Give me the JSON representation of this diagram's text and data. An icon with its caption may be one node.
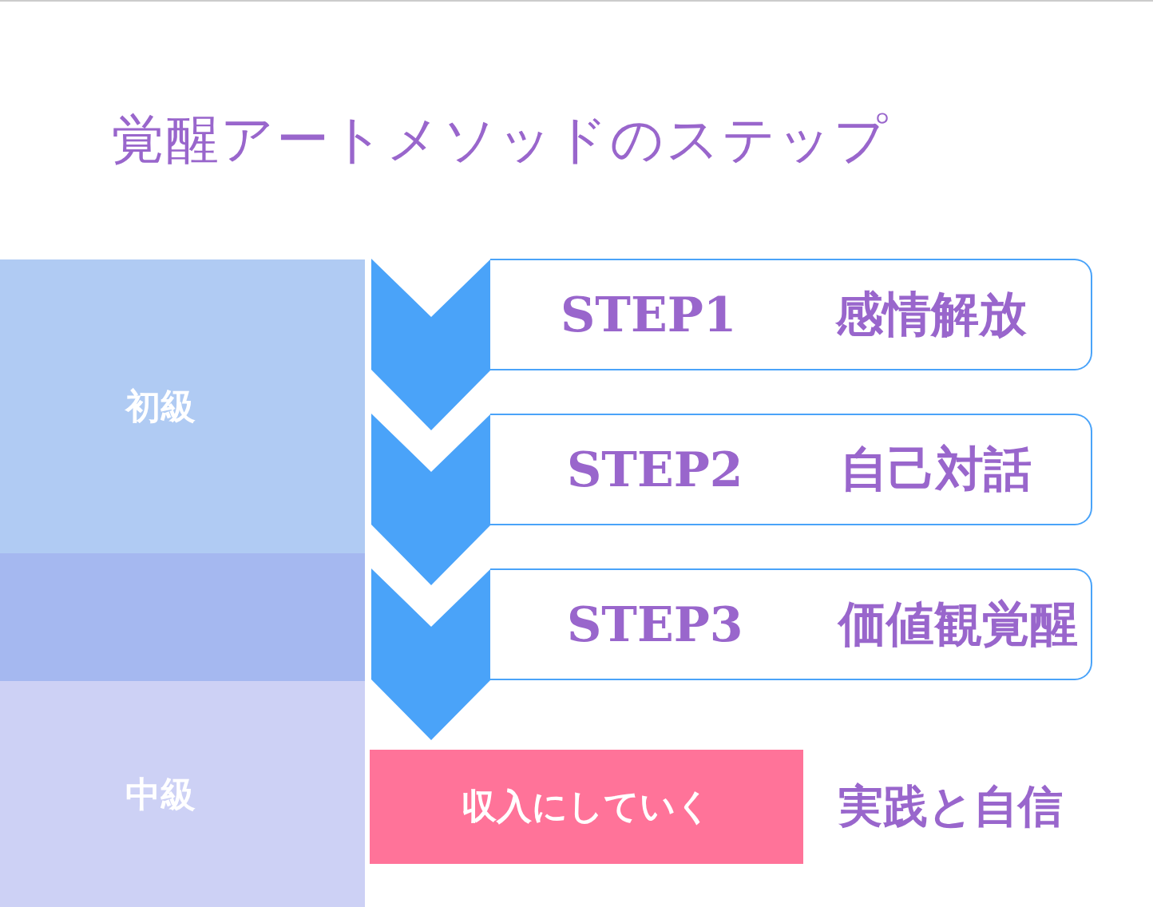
{
  "diagram": {
    "title": "覚醒アートメソッドのステップ",
    "nodes": [
      {
        "text": [
          "初級"
        ]
      },
      {
        "text": [],
        "shape": "box"
      },
      {
        "text": [
          "中級"
        ]
      },
      {
        "text": [
          "STEP1",
          "感情解放"
        ]
      },
      {
        "text": [
          "STEP2",
          "自己対話"
        ]
      },
      {
        "text": [
          "STEP3",
          "価値観覚醒"
        ]
      },
      {
        "text": [
          "収入にしていく"
        ],
        "beside": [
          "実践と自信"
        ]
      }
    ],
    "edges": [
      {
        "from": 3,
        "to": 4,
        "arrow": "to"
      },
      {
        "from": 4,
        "to": 5,
        "arrow": "to"
      },
      {
        "from": 5,
        "to": 6,
        "arrow": "to"
      }
    ]
  }
}
